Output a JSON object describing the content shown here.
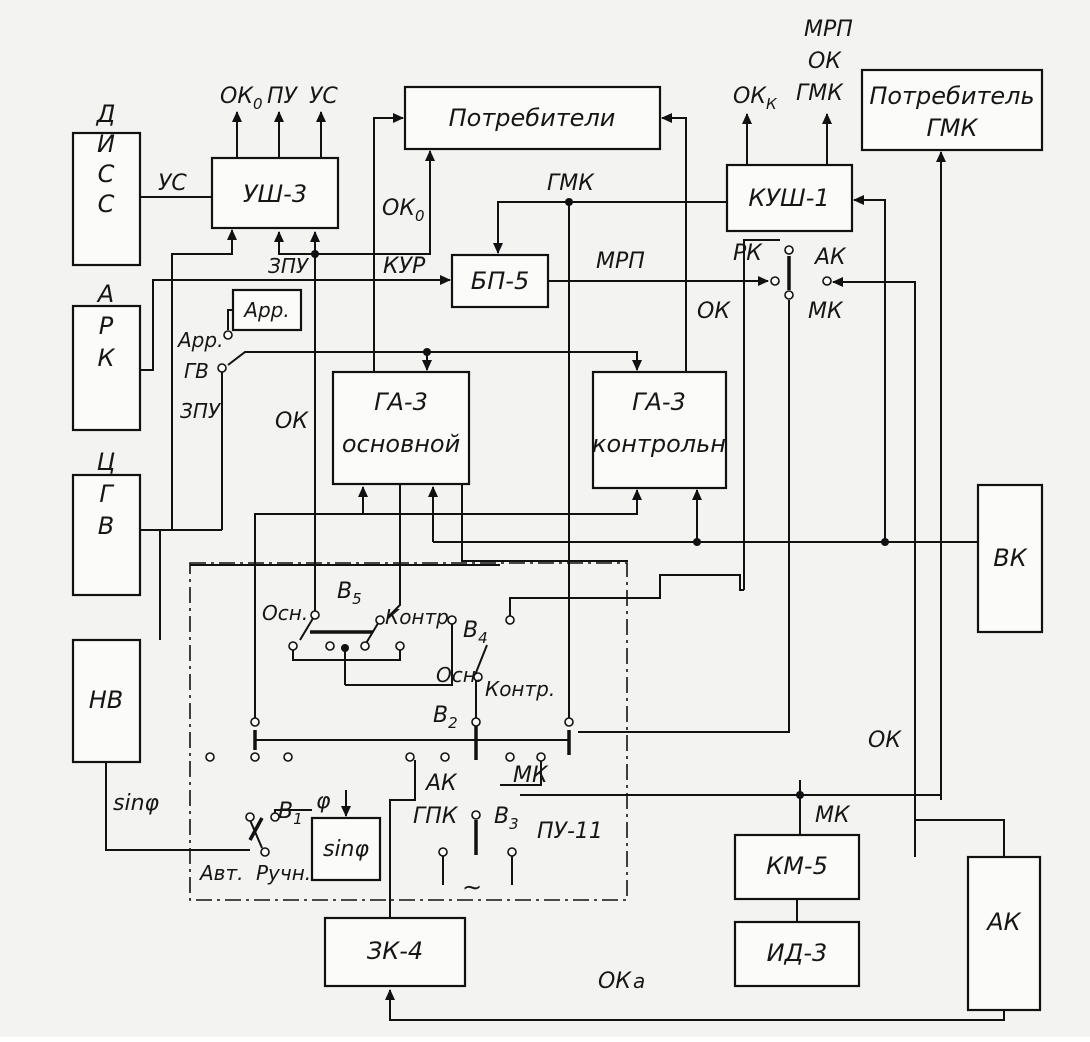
{
  "blocks": {
    "diss": "ДИСС",
    "ark": "АРК",
    "cgv": "ЦГВ",
    "nv": "НВ",
    "ush3": "УШ-3",
    "arr": "Арр.",
    "potrebiteli": "Потребители",
    "bp5": "БП-5",
    "ga3_main_line1": "ГА-3",
    "ga3_main_line2": "основной",
    "ga3_ctrl_line1": "ГА-3",
    "ga3_ctrl_line2": "контрольн",
    "kush1": "КУШ-1",
    "potrebitel_gmk_line1": "Потребитель",
    "potrebitel_gmk_line2": "ГМК",
    "vk": "ВК",
    "sinphi_box": "sinφ",
    "zk4": "ЗК-4",
    "km5": "КМ-5",
    "id3": "ИД-3",
    "ak_box": "АК"
  },
  "labels": {
    "us_left": "УС",
    "ok0_top": "ОК",
    "ok0_top_sub": "0",
    "pu_top": "ПУ",
    "us_top": "УС",
    "ok0_mid": "ОК",
    "ok0_mid_sub": "0",
    "kur": "КУР",
    "zpu_1": "ЗПУ",
    "gmk_mid": "ГМК",
    "mrp_mid": "МРП",
    "rk": "РК",
    "ok_right_mid": "ОК",
    "okk": "ОК",
    "okk_sub": "К",
    "mrp_top": "МРП",
    "ok_top": "ОК",
    "gmk_top": "ГМК",
    "ak_kush": "АК",
    "mk_kush": "МК",
    "arr_sw": "Арр.",
    "gv_sw": "ГВ",
    "zpu_2": "ЗПУ",
    "ok_left": "ОК",
    "b5": "В",
    "b5_sub": "5",
    "osn_b5": "Осн.",
    "kontr_b5": "Контр",
    "b4": "В",
    "b4_sub": "4",
    "osn_b4": "Осн.",
    "kontr_b4": "Контр.",
    "b2": "В",
    "b2_sub": "2",
    "ok_lower": "ОК",
    "ak_lower": "АК",
    "gpk": "ГПК",
    "mk_lower": "МК",
    "b3": "В",
    "b3_sub": "3",
    "pu11": "ПУ-11",
    "phi": "φ",
    "sinphi_wire": "sinφ",
    "b1": "В",
    "b1_sub": "1",
    "avt": "Авт.",
    "ruchn": "Ручн.",
    "tilde": "∼",
    "mk_km5": "МК",
    "oka": "ОК",
    "oka_sub": "а"
  }
}
